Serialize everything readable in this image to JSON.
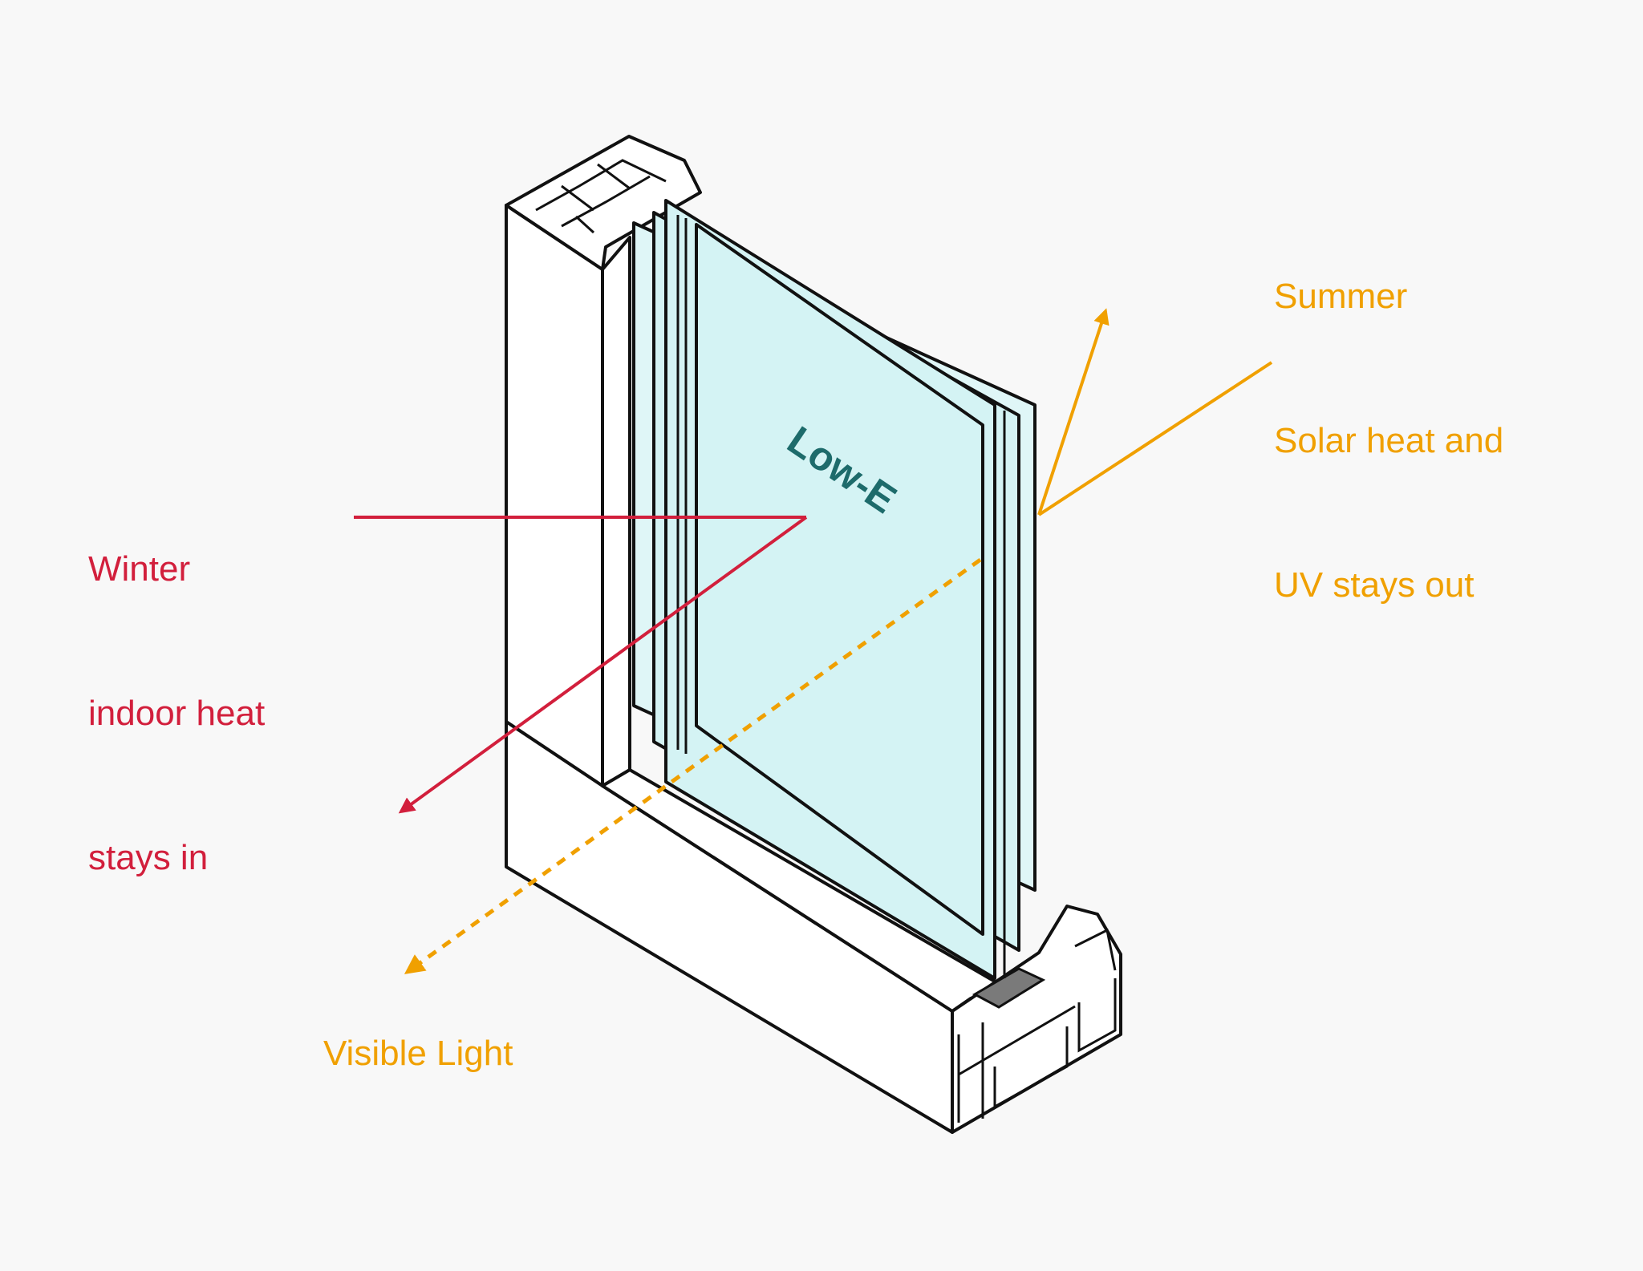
{
  "labels": {
    "low_e": "Low-E",
    "winter": [
      "Winter",
      "indoor heat",
      "stays in"
    ],
    "summer": [
      "Summer",
      "Solar heat and",
      "UV stays out"
    ],
    "visible_light": "Visible Light"
  },
  "colors": {
    "background": "#f8f8f8",
    "winter": "#d21f3c",
    "summer": "#f0a000",
    "glass": "#d4f3f4",
    "glass_label": "#1d6b6b",
    "frame": "#ffffff",
    "outline": "#111111"
  }
}
